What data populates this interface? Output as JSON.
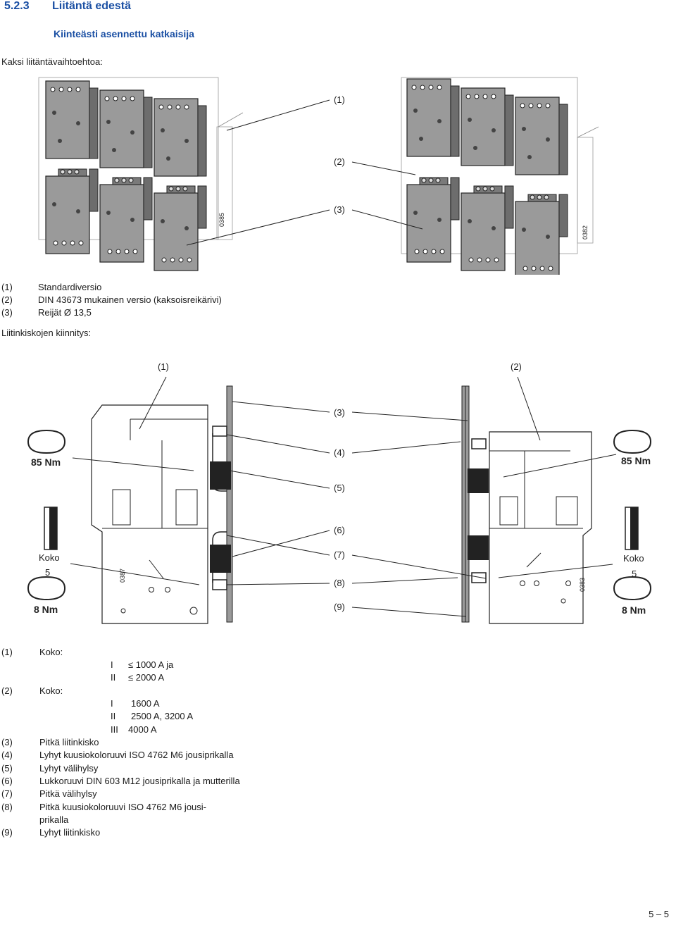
{
  "header": {
    "section_number": "5.2.3",
    "section_title": "Liitäntä edestä"
  },
  "subtitle": "Kiinteästi asennettu katkaisija",
  "intro": "Kaksi liitäntävaihtoehtoa:",
  "figure1": {
    "callouts": [
      "(1)",
      "(2)",
      "(3)"
    ],
    "code_left": "0385",
    "code_right": "0382"
  },
  "legend1": [
    {
      "num": "(1)",
      "text": "Standardiversio"
    },
    {
      "num": "(2)",
      "text": "DIN 43673 mukainen versio (kaksoisreikärivi)"
    },
    {
      "num": "(3)",
      "text": "Reijät Ø 13,5"
    }
  ],
  "mounting_heading": "Liitinkiskojen kiinnitys:",
  "figure2": {
    "top_callouts": [
      "(1)",
      "(2)"
    ],
    "right_callouts": [
      "(3)",
      "(4)",
      "(5)",
      "(6)",
      "(7)",
      "(8)",
      "(9)"
    ],
    "torque_85": "85 Nm",
    "torque_8": "8 Nm",
    "size_label": "Koko",
    "size_value": "5",
    "code_left": "0387",
    "code_right": "0383"
  },
  "legend2": {
    "item1": {
      "num": "(1)",
      "text": "Koko:",
      "rows": [
        {
          "size": "I",
          "value": "≤  1000 A ja"
        },
        {
          "size": "II",
          "value": "≤  2000 A"
        }
      ]
    },
    "item2": {
      "num": "(2)",
      "text": "Koko:",
      "rows": [
        {
          "size": "I",
          "value": "1600 A"
        },
        {
          "size": "II",
          "value": "2500 A, 3200 A"
        },
        {
          "size": "III",
          "value": "4000 A"
        }
      ]
    },
    "items": [
      {
        "num": "(3)",
        "text": "Pitkä liitinkisko"
      },
      {
        "num": "(4)",
        "text": "Lyhyt kuusiokoloruuvi ISO 4762 M6 jousiprikalla"
      },
      {
        "num": "(5)",
        "text": "Lyhyt välihylsy"
      },
      {
        "num": "(6)",
        "text": "Lukkoruuvi DIN 603 M12 jousiprikalla ja mutterilla"
      },
      {
        "num": "(7)",
        "text": "Pitkä välihylsy"
      },
      {
        "num": "(8)",
        "text": "Pitkä kuusiokoloruuvi ISO 4762 M6 jousi-"
      },
      {
        "num": "",
        "text": "prikalla"
      },
      {
        "num": "(9)",
        "text": "Lyhyt liitinkisko"
      }
    ]
  },
  "page_number": "5 – 5"
}
